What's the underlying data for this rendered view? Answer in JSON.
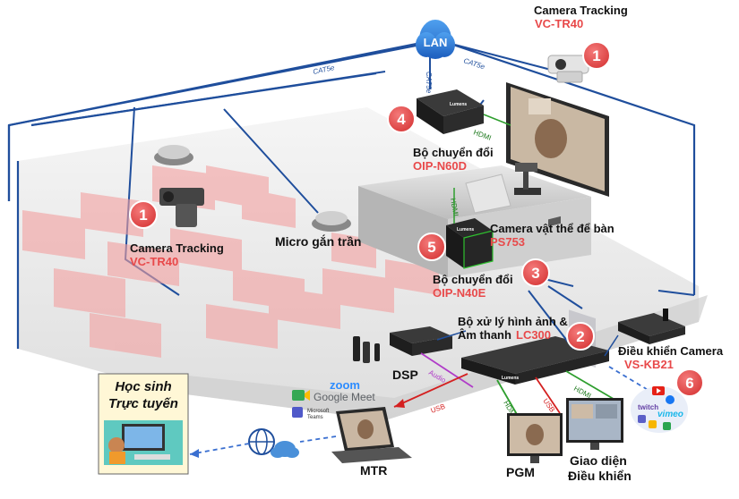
{
  "lan": {
    "label": "LAN"
  },
  "cables": {
    "cat5e_left": "CAT5e",
    "cat5e_mid": "CAT5e",
    "cat5e_right": "CAT5e",
    "hdmi_top": "HDMI",
    "hdmi_mid": "HDMI",
    "hdmi_pgm": "HDMI",
    "usb_mid": "USB",
    "hdmi_right": "HDMI",
    "usb_mtr": "USB",
    "audio": "Audio"
  },
  "devices": {
    "camera_tracking_top": {
      "name": "Camera  Tracking",
      "model": "VC-TR40",
      "badge": "1"
    },
    "camera_tracking_left": {
      "name": "Camera Tracking",
      "model": "VC-TR40",
      "badge": "1"
    },
    "converter_top": {
      "name": "Bộ chuyển đổi",
      "model": "OIP-N60D",
      "badge": "4"
    },
    "converter_mid": {
      "name": "Bộ chuyển đổi",
      "model": "OIP-N40E",
      "badge": "5"
    },
    "doc_camera": {
      "name": "Camera vật thể để bàn",
      "model": "PS753",
      "badge": "3"
    },
    "ceiling_mic": {
      "name": "Micro gắn trần"
    },
    "processor": {
      "name_line1": "Bộ xử lý hình ảnh &",
      "name_line2": "Âm thanh",
      "model": "LC300",
      "badge": "2"
    },
    "camera_controller": {
      "name": "Điều khiển Camera",
      "model": "VS-KB21",
      "badge": "6"
    },
    "dsp": {
      "name": "DSP"
    },
    "mtr": {
      "name": "MTR"
    },
    "pgm": {
      "name": "PGM"
    },
    "control_ui": {
      "name_line1": "Giao diện",
      "name_line2": "Điều khiển"
    }
  },
  "online_students": {
    "line1": "Học sinh",
    "line2": "Trực tuyến"
  },
  "apps": {
    "zoom": "zoom",
    "meet": "Google Meet",
    "teams_line1": "Microsoft",
    "teams_line2": "Teams"
  },
  "streaming": {
    "twitch": "twitch",
    "vimeo": "vimeo"
  },
  "colors": {
    "cable_blue": "#1f4e9c",
    "hdmi_green": "#2e9e2e",
    "usb_red": "#d42020",
    "audio_purple": "#b03cc8",
    "badge_red": "#e8494a",
    "model_red": "#e8494a"
  }
}
